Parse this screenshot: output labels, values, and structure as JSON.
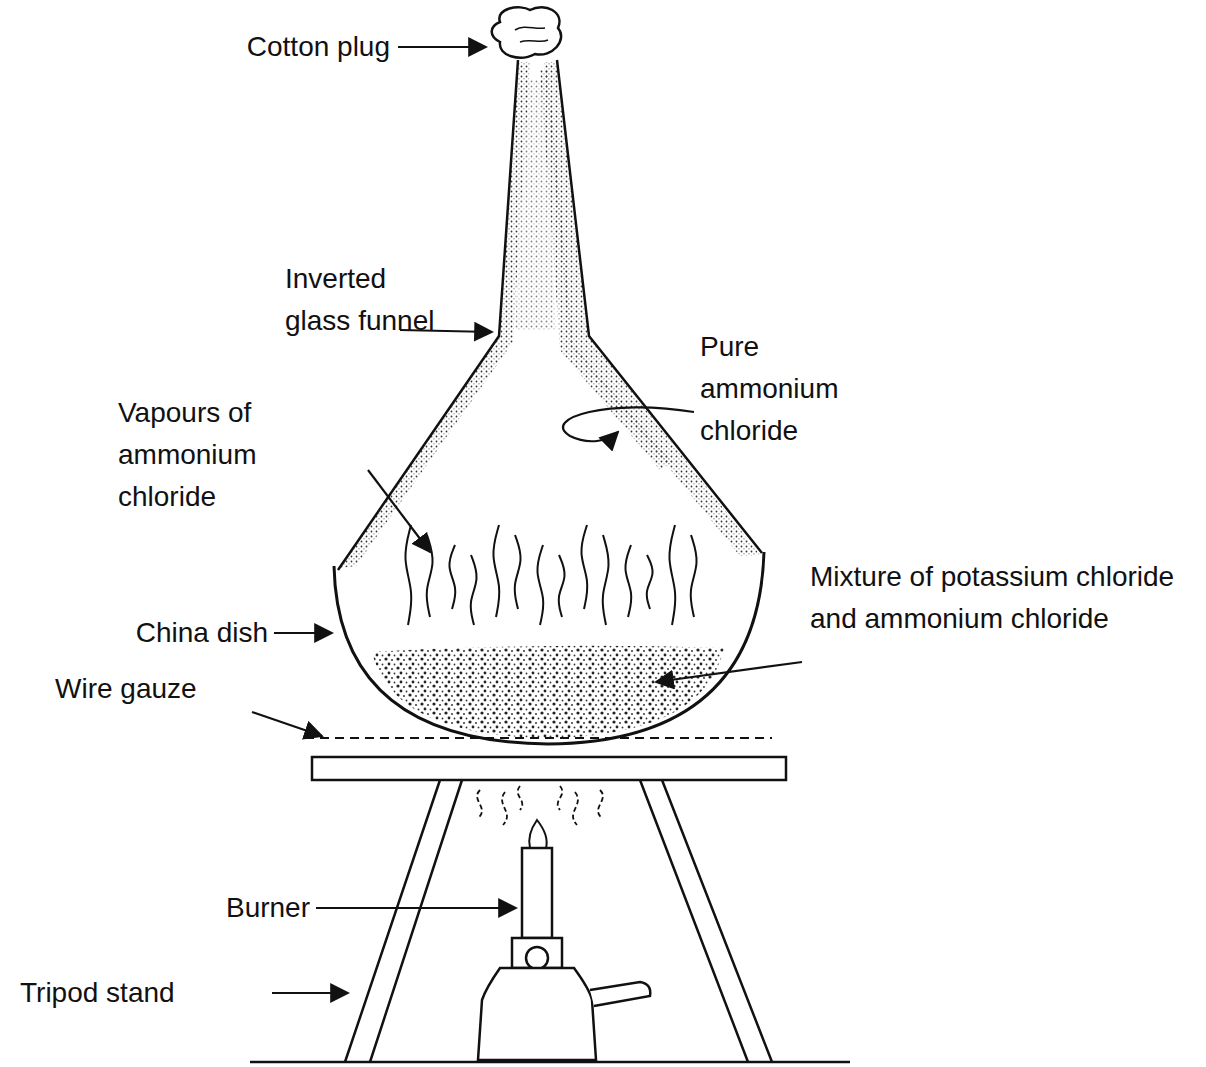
{
  "diagram": {
    "labels": [
      "Cotton plug",
      "Inverted glass funnel",
      "Pure ammonium chloride",
      "Vapours of ammonium chloride",
      "China dish",
      "Wire gauze",
      "Mixture of potassium chloride and ammonium chloride",
      "Burner",
      "Tripod stand"
    ]
  }
}
